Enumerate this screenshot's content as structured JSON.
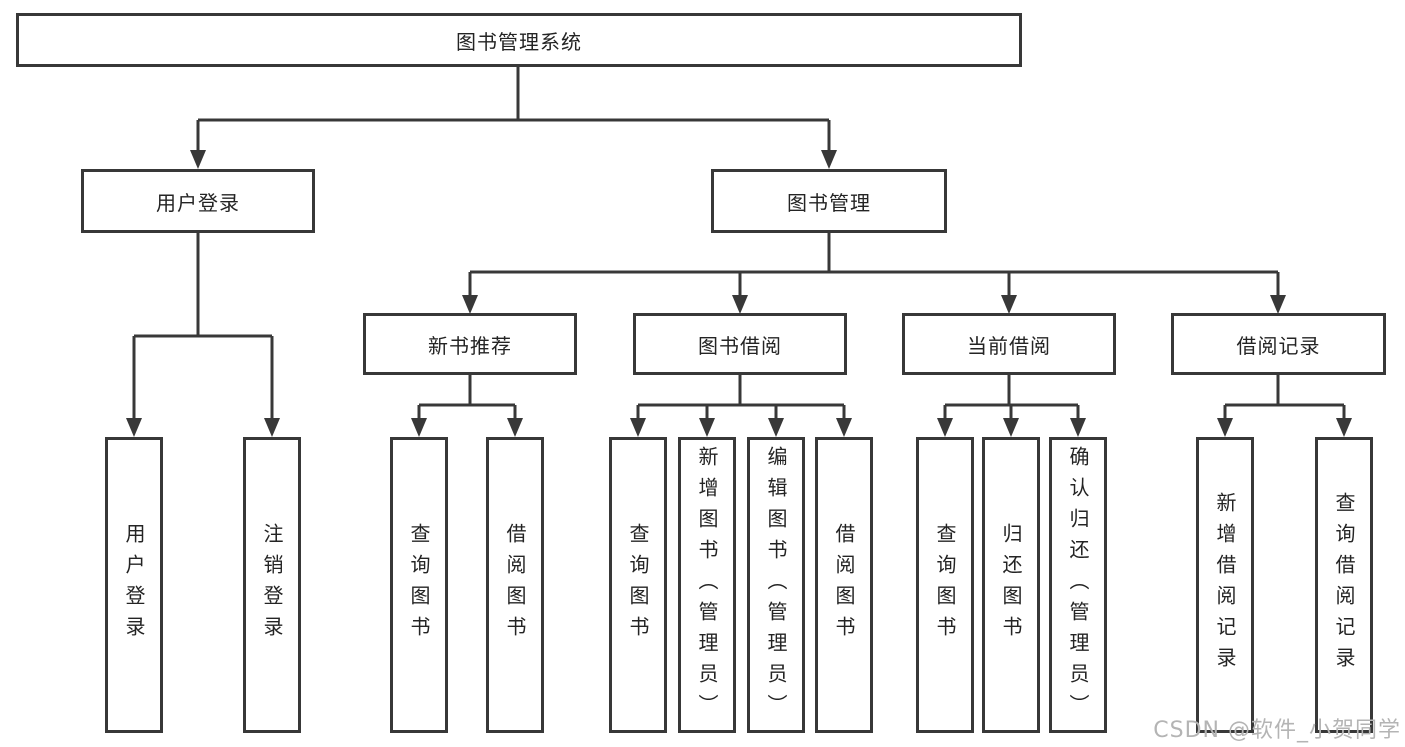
{
  "colors": {
    "background": "#ffffff",
    "line": "#383838",
    "text": "#242424",
    "watermark": "#b4b4b4"
  },
  "tree": {
    "label": "图书管理系统",
    "children": [
      {
        "label": "用户登录",
        "children": [
          {
            "label": "用户登录"
          },
          {
            "label": "注销登录"
          }
        ]
      },
      {
        "label": "图书管理",
        "children": [
          {
            "label": "新书推荐",
            "children": [
              {
                "label": "查询图书"
              },
              {
                "label": "借阅图书"
              }
            ]
          },
          {
            "label": "图书借阅",
            "children": [
              {
                "label": "查询图书"
              },
              {
                "label": "新增图书（管理员）"
              },
              {
                "label": "编辑图书（管理员）"
              },
              {
                "label": "借阅图书"
              }
            ]
          },
          {
            "label": "当前借阅",
            "children": [
              {
                "label": "查询图书"
              },
              {
                "label": "归还图书"
              },
              {
                "label": "确认归还（管理员）"
              }
            ]
          },
          {
            "label": "借阅记录",
            "children": [
              {
                "label": "新增借阅记录"
              },
              {
                "label": "查询借阅记录"
              }
            ]
          }
        ]
      }
    ]
  },
  "watermark": {
    "text": "CSDN @软件_小贺同学"
  }
}
